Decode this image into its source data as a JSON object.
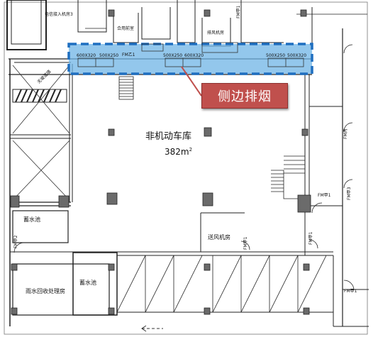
{
  "rooms": {
    "garage_name": "非机动车库",
    "garage_area": "382m",
    "garage_area_sup": "2",
    "pool_1": "蓄水池",
    "pool_2": "蓄水池",
    "rain_room": "雨水回收处理房",
    "supply_fan_room": "送风机房",
    "exhaust_fan_room": "排风机房",
    "cable_room": "电信接入机房3",
    "shaft_label": "合用前室",
    "ramp_label": "无坡道墙"
  },
  "ducts": {
    "sizes_left": [
      "600X320",
      "500X250"
    ],
    "sizes_mid": [
      "500X250",
      "600X320"
    ],
    "sizes_right": [
      "500X250",
      "500X320"
    ]
  },
  "doors": {
    "fmz1": "FM乙1",
    "fm1": "FM甲1",
    "fm2": "FM甲2",
    "fm3": "FM甲3",
    "fmb": "FM丙"
  },
  "callout": {
    "text": "侧边排烟"
  },
  "colors": {
    "highlight": "#6fb4e6",
    "dash": "#1f6fc0",
    "callout": "#c0504d",
    "walls": "#222222"
  }
}
